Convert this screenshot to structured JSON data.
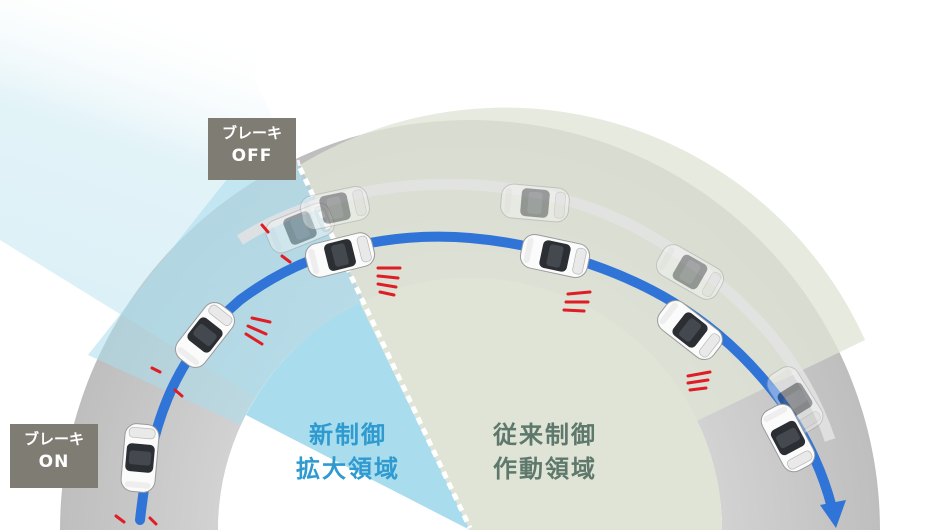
{
  "badges": {
    "brake_off": {
      "line1": "ブレーキ",
      "line2": "OFF"
    },
    "brake_on": {
      "line1": "ブレーキ",
      "line2": "ON"
    }
  },
  "regions": {
    "new_control": {
      "line1": "新制御",
      "line2": "拡大領域"
    },
    "conventional_control": {
      "line1": "従来制御",
      "line2": "作動領域"
    }
  },
  "colors": {
    "road": "#c9c9c9",
    "new_zone": "#a9dcec",
    "conventional_zone": "#dfe4d6",
    "path": "#2f74d6",
    "ghost_path": "#dcdcdc",
    "brake_mark": "#e01c24",
    "badge": "#7f7c73",
    "new_text": "#2e9ad0",
    "conventional_text": "#5e786c"
  }
}
